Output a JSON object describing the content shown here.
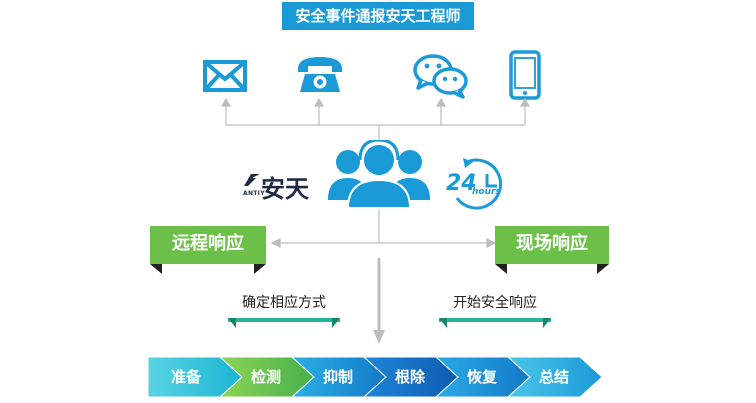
{
  "title": "安全事件通报安天工程师",
  "channels": [
    {
      "icon": "mail-icon"
    },
    {
      "icon": "telephone-icon"
    },
    {
      "icon": "wechat-icon"
    },
    {
      "icon": "mobile-phone-icon"
    }
  ],
  "brand": {
    "small": "ANTIY",
    "name": "安天"
  },
  "clock": {
    "number": "24",
    "unit": "hours"
  },
  "responses": {
    "remote": {
      "label": "远程响应",
      "action": "确定相应方式"
    },
    "onsite": {
      "label": "现场响应",
      "action": "开始安全响应"
    }
  },
  "steps": [
    "准备",
    "检测",
    "抑制",
    "根除",
    "恢复",
    "总结"
  ],
  "colors": {
    "accent": "#1a9ad6",
    "green": "#6cc04a",
    "teal": "#26b596",
    "line": "#bdbdbd"
  }
}
